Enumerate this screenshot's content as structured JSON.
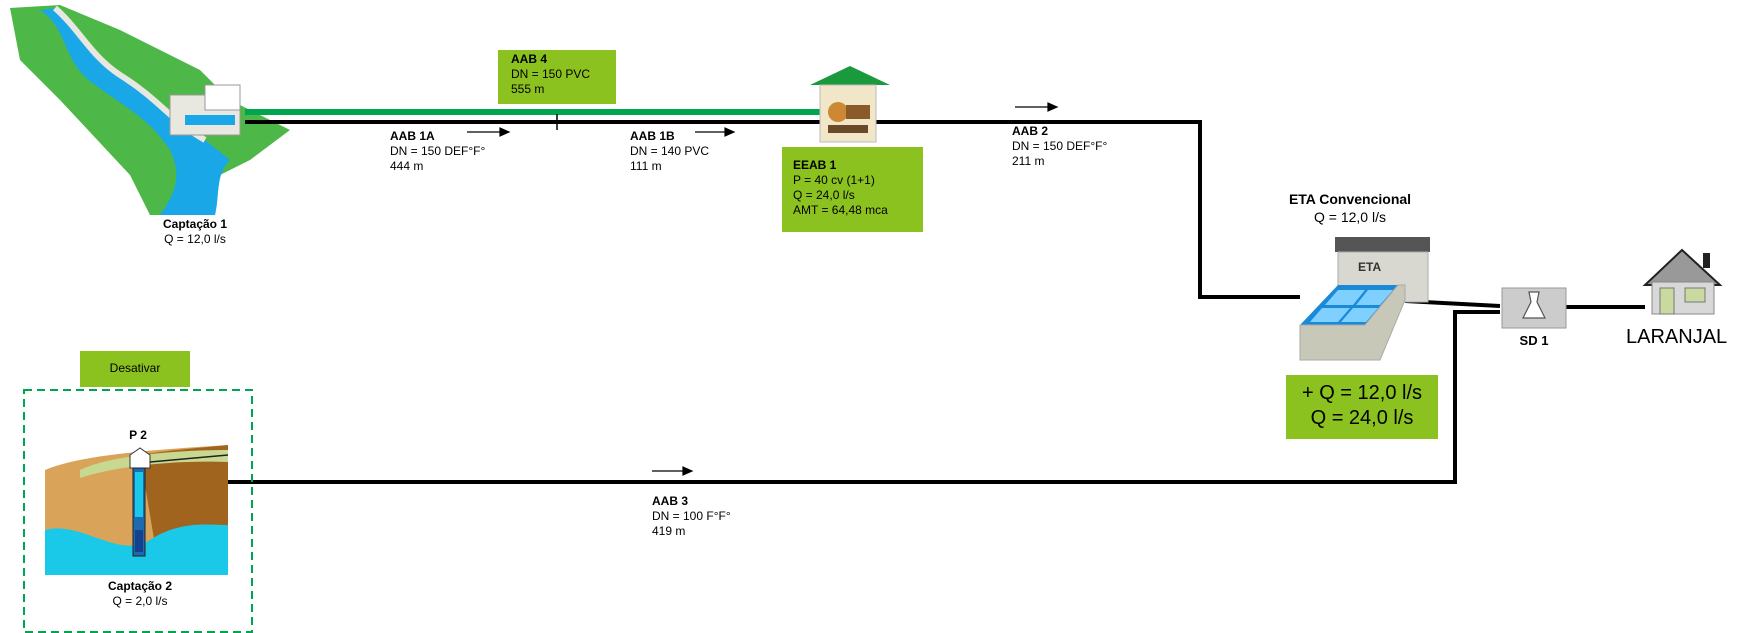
{
  "colors": {
    "pipe": "#000000",
    "new_pipe": "#00a550",
    "box": "#8cc21f",
    "dashed": "#00a550",
    "water": "#1aa7e8",
    "grass": "#4db848"
  },
  "captacao1": {
    "title": "Captação 1",
    "flow": "Q = 12,0 l/s"
  },
  "aab4": {
    "title": "AAB 4",
    "dn": "DN = 150 PVC",
    "length": "555 m"
  },
  "aab1a": {
    "title": "AAB 1A",
    "dn": "DN = 150 DEF°F°",
    "length": "444 m"
  },
  "aab1b": {
    "title": "AAB 1B",
    "dn": "DN = 140 PVC",
    "length": "111 m"
  },
  "eeab1": {
    "title": "EEAB 1",
    "power": "P = 40 cv (1+1)",
    "flow": "Q = 24,0 l/s",
    "amt": "AMT = 64,48 mca"
  },
  "aab2": {
    "title": "AAB 2",
    "dn": "DN = 150 DEF°F°",
    "length": "211 m"
  },
  "eta": {
    "title": "ETA Convencional",
    "flow": "Q = 12,0 l/s",
    "sign": "ETA",
    "added": "+ Q = 12,0 l/s",
    "total": "Q = 24,0 l/s"
  },
  "sd1": {
    "label": "SD 1"
  },
  "laranjal": {
    "label": "LARANJAL"
  },
  "desativar": {
    "label": "Desativar"
  },
  "p2": {
    "label": "P 2"
  },
  "captacao2": {
    "title": "Captação 2",
    "flow": "Q = 2,0  l/s"
  },
  "aab3": {
    "title": "AAB 3",
    "dn": "DN = 100 F°F°",
    "length": "419 m"
  }
}
